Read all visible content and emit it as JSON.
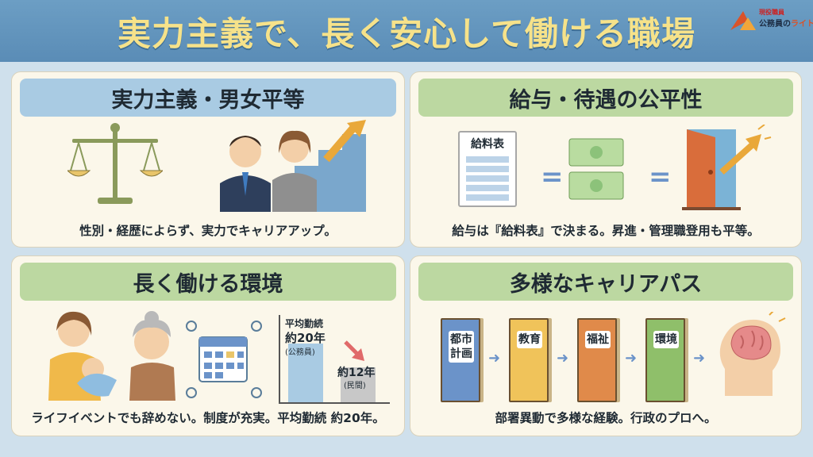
{
  "title": "実力主義で、長く安心して働ける職場",
  "logo": {
    "tag": "現役職員",
    "name_prefix": "公務員の",
    "name_accent": "ライト"
  },
  "cards": [
    {
      "heading": "実力主義・男女平等",
      "caption": "性別・経歴によらず、実力でキャリアアップ。"
    },
    {
      "heading": "給与・待遇の公平性",
      "caption": "給与は『給料表』で決まる。昇進・管理職登用も平等。",
      "salary_label": "給料表"
    },
    {
      "heading": "長く働ける環境",
      "caption": "ライフイベントでも辞めない。制度が充実。平均勤続 約20年。",
      "bar_public_title": "平均勤続",
      "bar_public_value": "約20年",
      "bar_public_sub": "(公務員)",
      "bar_private_value": "約12年",
      "bar_private_sub": "(民間)"
    },
    {
      "heading": "多様なキャリアパス",
      "caption": "部署異動で多様な経験。行政のプロへ。",
      "doors": [
        "都市計画",
        "教育",
        "福祉",
        "環境"
      ]
    }
  ],
  "colors": {
    "header": "#5a8cb6",
    "title": "#f6e28a",
    "card_bg": "#fbf7ea",
    "head_blue": "#a9cbe3",
    "head_green": "#bcd8a1"
  }
}
